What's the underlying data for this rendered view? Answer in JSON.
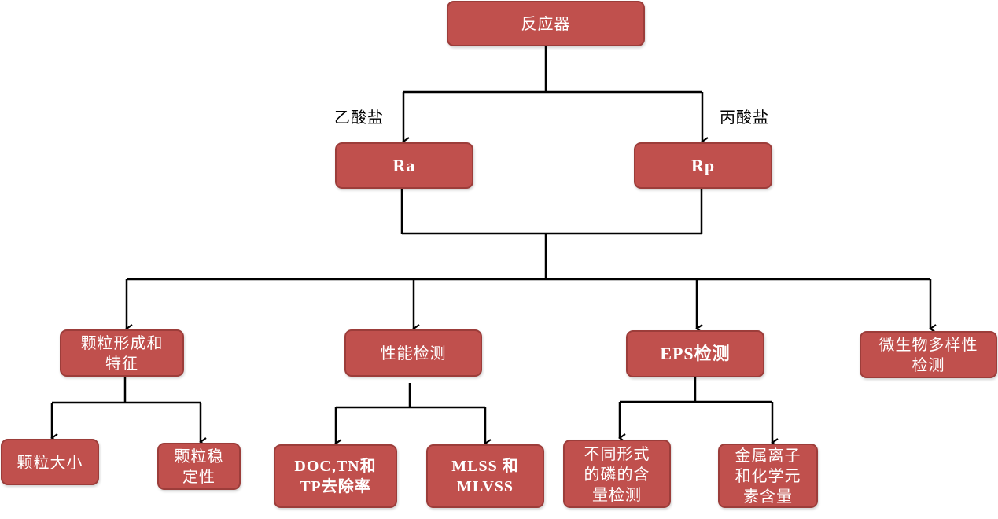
{
  "diagram": {
    "root": {
      "label": "反应器"
    },
    "edge_labels": {
      "left": "乙酸盐",
      "right": "丙酸盐"
    },
    "level1": [
      {
        "label": "Ra"
      },
      {
        "label": "Rp"
      }
    ],
    "level2": [
      {
        "label": "颗粒形成和\n特征"
      },
      {
        "label": "性能检测"
      },
      {
        "label": "EPS检测"
      },
      {
        "label": "微生物多样性\n检测"
      }
    ],
    "level3": [
      {
        "label": "颗粒大小",
        "parent": "颗粒形成和特征"
      },
      {
        "label": "颗粒稳\n定性",
        "parent": "颗粒形成和特征"
      },
      {
        "label": "DOC,TN和\nTP去除率",
        "parent": "性能检测"
      },
      {
        "label": "MLSS 和\nMLVSS",
        "parent": "性能检测"
      },
      {
        "label": "不同形式\n的磷的含\n量检测",
        "parent": "EPS检测"
      },
      {
        "label": "金属离子\n和化学元\n素含量",
        "parent": "EPS检测"
      }
    ],
    "colors": {
      "box": "#c0504d",
      "box_border": "#9c3d3a",
      "text": "#ffffff",
      "line": "#000000"
    }
  }
}
